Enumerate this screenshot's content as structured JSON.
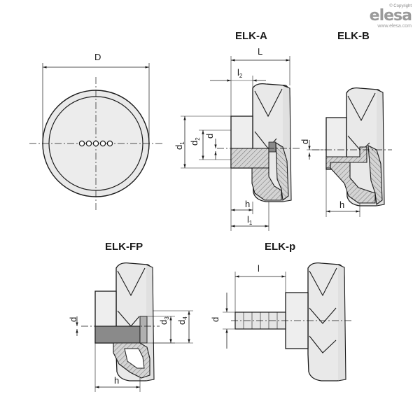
{
  "brand": {
    "copyright": "© Copyright",
    "logo": "elesa",
    "url": "www.elesa.com"
  },
  "variants": {
    "elk_a": "ELK-A",
    "elk_b": "ELK-B",
    "elk_fp": "ELK-FP",
    "elk_p": "ELK-p"
  },
  "dimensions": {
    "D": "D",
    "L": "L",
    "l": "l",
    "l2": "l",
    "l2_sub": "2",
    "l1": "l",
    "l1_sub": "1",
    "d": "d",
    "d1": "d",
    "d1_sub": "1",
    "d2": "d",
    "d2_sub": "2",
    "d3": "d",
    "d3_sub": "3",
    "d4": "d",
    "d4_sub": "4",
    "h": "h"
  },
  "colors": {
    "line": "#1a1a1a",
    "body_fill": "#e9e9e9",
    "section_fill": "#cfcfcf",
    "insert_fill": "#8a8a8a",
    "logo_gray": "#9a9a9a"
  }
}
